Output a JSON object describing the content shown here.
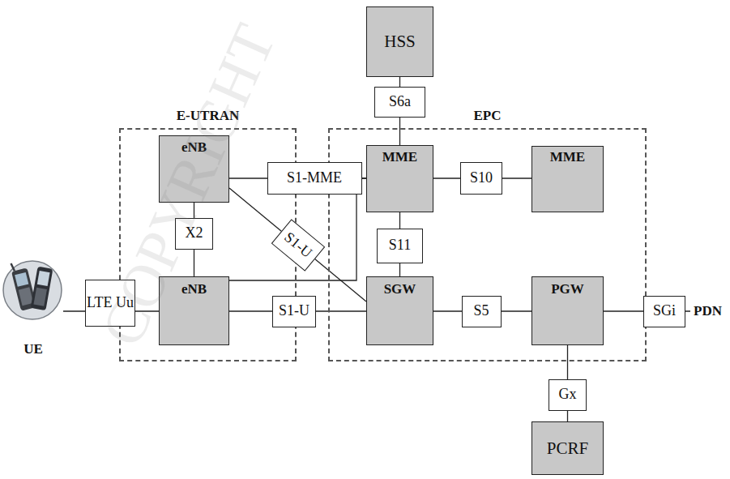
{
  "diagram": {
    "nodes": [
      {
        "text": [
          "HSS"
        ]
      },
      {
        "text": [
          "E-UTRAN"
        ]
      },
      {
        "text": [
          "eNB"
        ],
        "in": 1
      },
      {
        "text": [
          "eNB"
        ],
        "in": 1
      },
      {
        "text": [
          "EPC"
        ]
      },
      {
        "text": [
          "MME"
        ],
        "in": 4
      },
      {
        "text": [
          "MME"
        ],
        "in": 4
      },
      {
        "text": [
          "SGW"
        ],
        "in": 4
      },
      {
        "text": [
          "PGW"
        ],
        "in": 4
      },
      {
        "text": [
          "UE"
        ]
      },
      {
        "text": [
          "PCRF"
        ]
      }
    ],
    "edges": [
      {
        "from": 0,
        "to": 5,
        "arrow": "none",
        "label": "S6a"
      },
      {
        "from": 2,
        "to": 5,
        "arrow": "none",
        "label": "S1-MME"
      },
      {
        "from": 3,
        "to": 5,
        "arrow": "none"
      },
      {
        "from": 2,
        "to": 3,
        "arrow": "none",
        "label": "X2"
      },
      {
        "from": 5,
        "to": 6,
        "arrow": "none",
        "label": "S10"
      },
      {
        "from": 5,
        "to": 7,
        "arrow": "none",
        "label": "S11"
      },
      {
        "from": 2,
        "to": 7,
        "arrow": "none",
        "label": "S1-U"
      },
      {
        "from": 3,
        "to": 7,
        "arrow": "none",
        "label": "S1-U"
      },
      {
        "from": 9,
        "to": 3,
        "arrow": "none",
        "label": "LTE Uu"
      },
      {
        "from": 7,
        "to": 8,
        "arrow": "none",
        "label": "S5"
      },
      {
        "from": 8,
        "to": 10,
        "arrow": "none",
        "label": "Gx"
      }
    ],
    "labels": [
      "SGi",
      "PDN",
      "COPYRIGHT"
    ]
  }
}
